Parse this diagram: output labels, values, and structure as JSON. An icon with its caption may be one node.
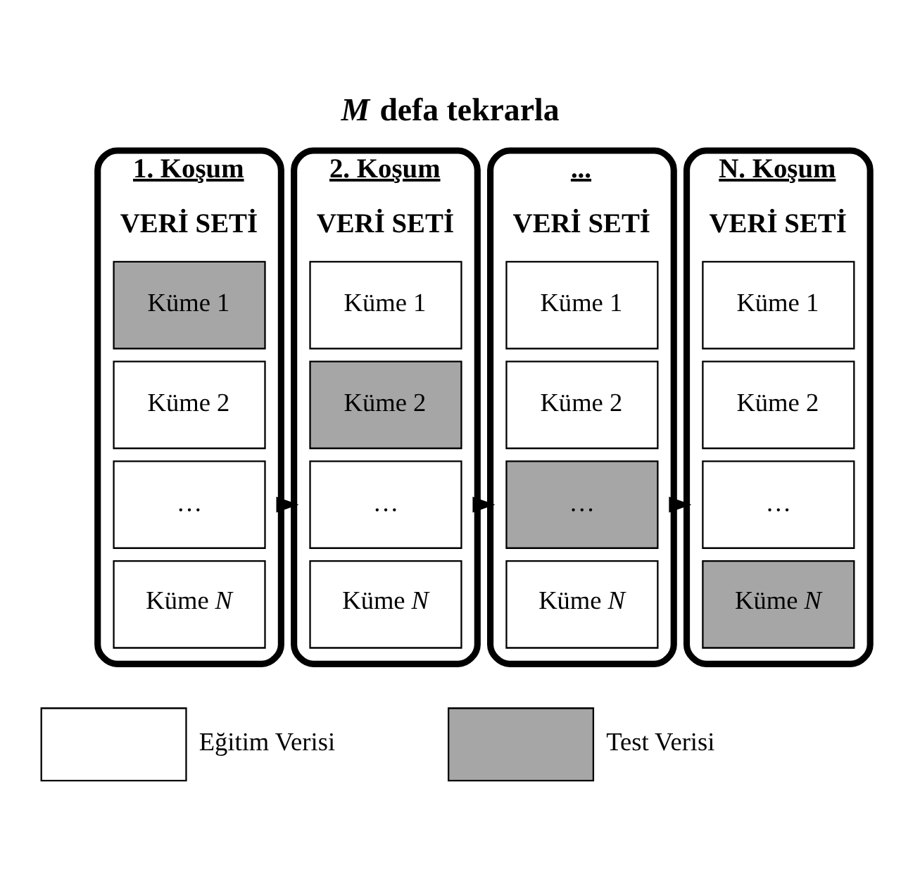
{
  "diagram": {
    "title": "*M* defa tekrarla",
    "nodes": [
      {
        "text": [
          "VERİ SETİ"
        ],
        "beside": [
          "1. Koşum"
        ]
      },
      {
        "text": [
          "Küme 1"
        ],
        "in": 0
      },
      {
        "text": [
          "Küme 2"
        ],
        "in": 0
      },
      {
        "text": [
          "…"
        ],
        "in": 0
      },
      {
        "text": [
          "Küme *N*"
        ],
        "in": 0
      },
      {
        "text": [
          "VERİ SETİ"
        ],
        "beside": [
          "2. Koşum"
        ]
      },
      {
        "text": [
          "Küme 1"
        ],
        "in": 5
      },
      {
        "text": [
          "Küme 2"
        ],
        "in": 5
      },
      {
        "text": [
          "…"
        ],
        "in": 5
      },
      {
        "text": [
          "Küme *N*"
        ],
        "in": 5
      },
      {
        "text": [
          "VERİ SETİ"
        ],
        "beside": [
          "..."
        ]
      },
      {
        "text": [
          "Küme 1"
        ],
        "in": 10
      },
      {
        "text": [
          "Küme 2"
        ],
        "in": 10
      },
      {
        "text": [
          "…"
        ],
        "in": 10
      },
      {
        "text": [
          "Küme *N*"
        ],
        "in": 10
      },
      {
        "text": [
          "VERİ SETİ"
        ],
        "beside": [
          "N. Koşum"
        ]
      },
      {
        "text": [
          "Küme 1"
        ],
        "in": 15
      },
      {
        "text": [
          "Küme 2"
        ],
        "in": 15
      },
      {
        "text": [
          "…"
        ],
        "in": 15
      },
      {
        "text": [
          "Küme *N*"
        ],
        "in": 15
      }
    ],
    "edges": [
      {
        "from": 0,
        "to": 5,
        "arrow": "to"
      },
      {
        "from": 5,
        "to": 10,
        "arrow": "to"
      },
      {
        "from": 10,
        "to": 15,
        "arrow": "to"
      }
    ],
    "legend": [
      {
        "text": "Eğitim Verisi",
        "color": "#ffffff"
      },
      {
        "text": "Test Verisi",
        "color": "#a6a6a6"
      }
    ]
  }
}
